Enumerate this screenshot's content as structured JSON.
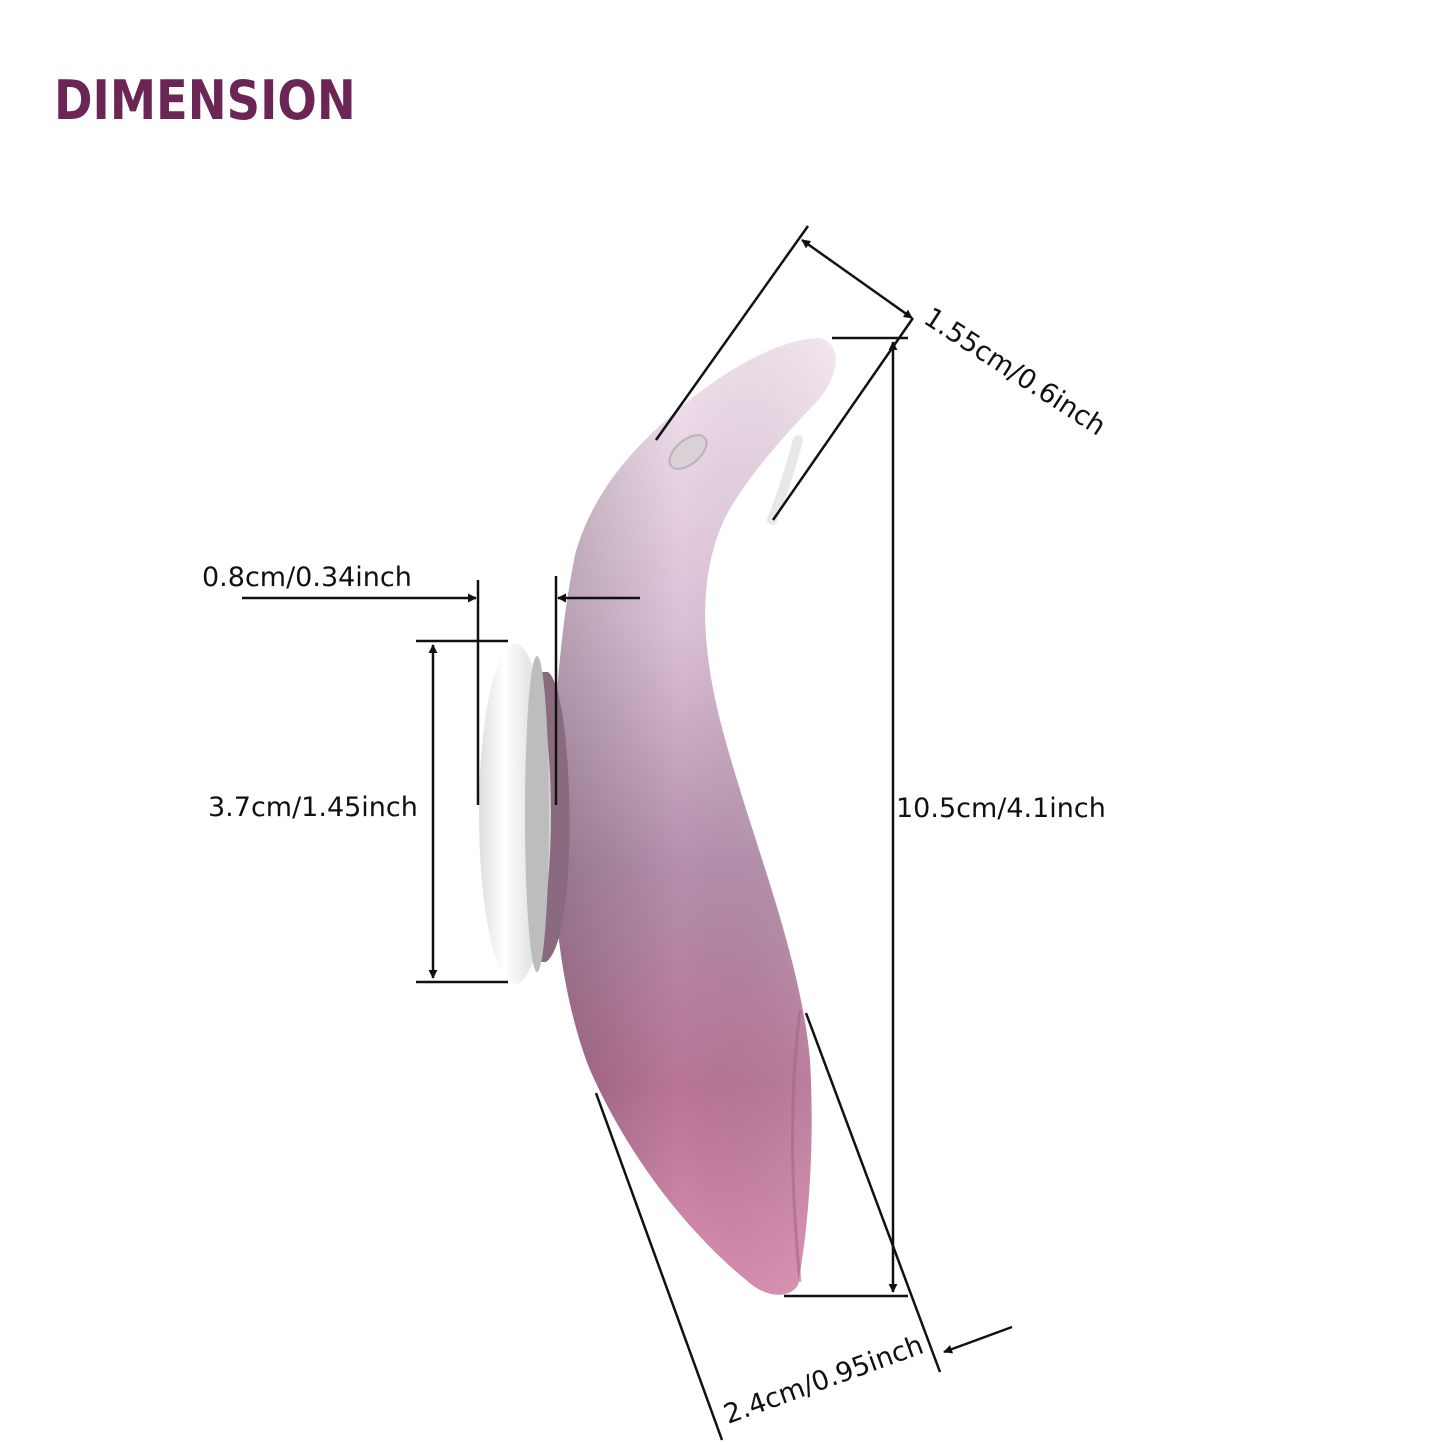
{
  "title": "DIMENSION",
  "dimensions": {
    "tip_width": "1.55cm/0.6inch",
    "total_length": "10.5cm/4.1inch",
    "magnet_thickness": "0.8cm/0.34inch",
    "magnet_diameter": "3.7cm/1.45inch",
    "base_width": "2.4cm/0.95inch"
  },
  "colors": {
    "title": "#6b2656",
    "body_top": "#eedbe7",
    "body_bottom": "#c77c9c",
    "magnet": "#f4f4f4",
    "lines": "#111111"
  }
}
